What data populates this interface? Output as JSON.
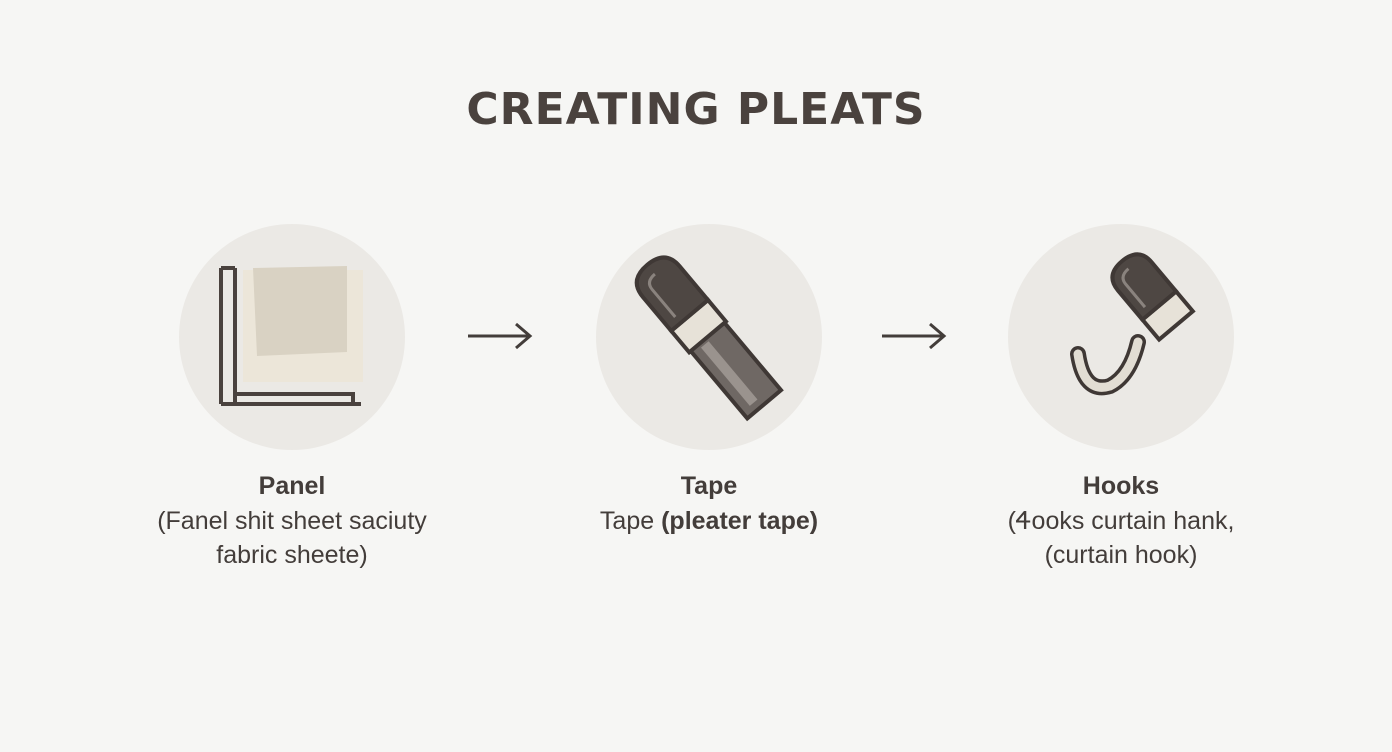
{
  "title": "CREATING PLEATS",
  "steps": [
    {
      "name": "Panel",
      "desc_line1": "(Fanel shit sheet saciuty",
      "desc_line2": "fabric sheete)",
      "icon": "fabric-panel-icon"
    },
    {
      "name": "Tape",
      "desc_line1_a": "Tape ",
      "desc_line1_b": "(pleater tape)",
      "icon": "pleater-tape-icon"
    },
    {
      "name": "Hooks",
      "desc_line1": "(Ꮞooks curtain hank,",
      "desc_line2": "(curtain hook)",
      "icon": "curtain-hook-icon"
    }
  ],
  "arrows": [
    "arrow-right-icon",
    "arrow-right-icon"
  ],
  "colors": {
    "background": "#f6f6f4",
    "circle": "#ebe9e5",
    "text": "#433d3a",
    "dark_icon": "#4e4743",
    "fabric": "#d9d2c3"
  }
}
